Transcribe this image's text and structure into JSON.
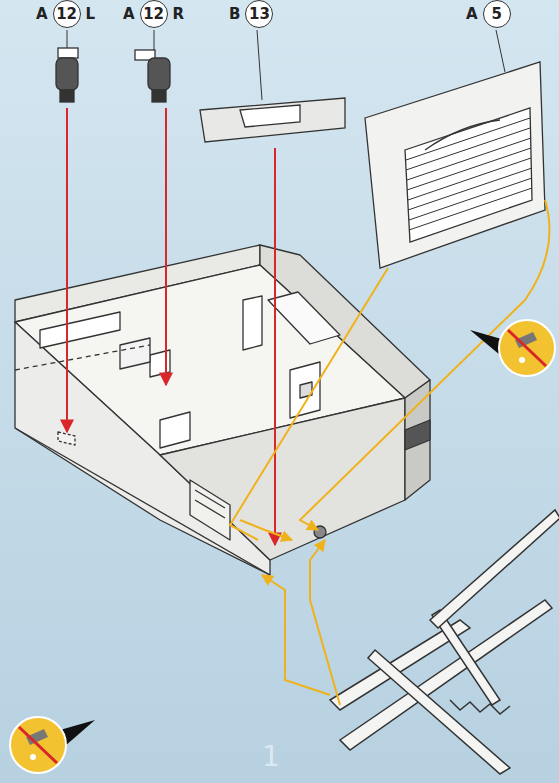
{
  "diagram": {
    "nodes": [
      {
        "text": [
          "A",
          "12",
          "L"
        ]
      },
      {
        "text": [
          "A",
          "12",
          "R"
        ]
      },
      {
        "text": [
          "B",
          "13"
        ]
      },
      {
        "text": [
          "A",
          "5"
        ]
      }
    ],
    "labels": [
      "1"
    ]
  }
}
